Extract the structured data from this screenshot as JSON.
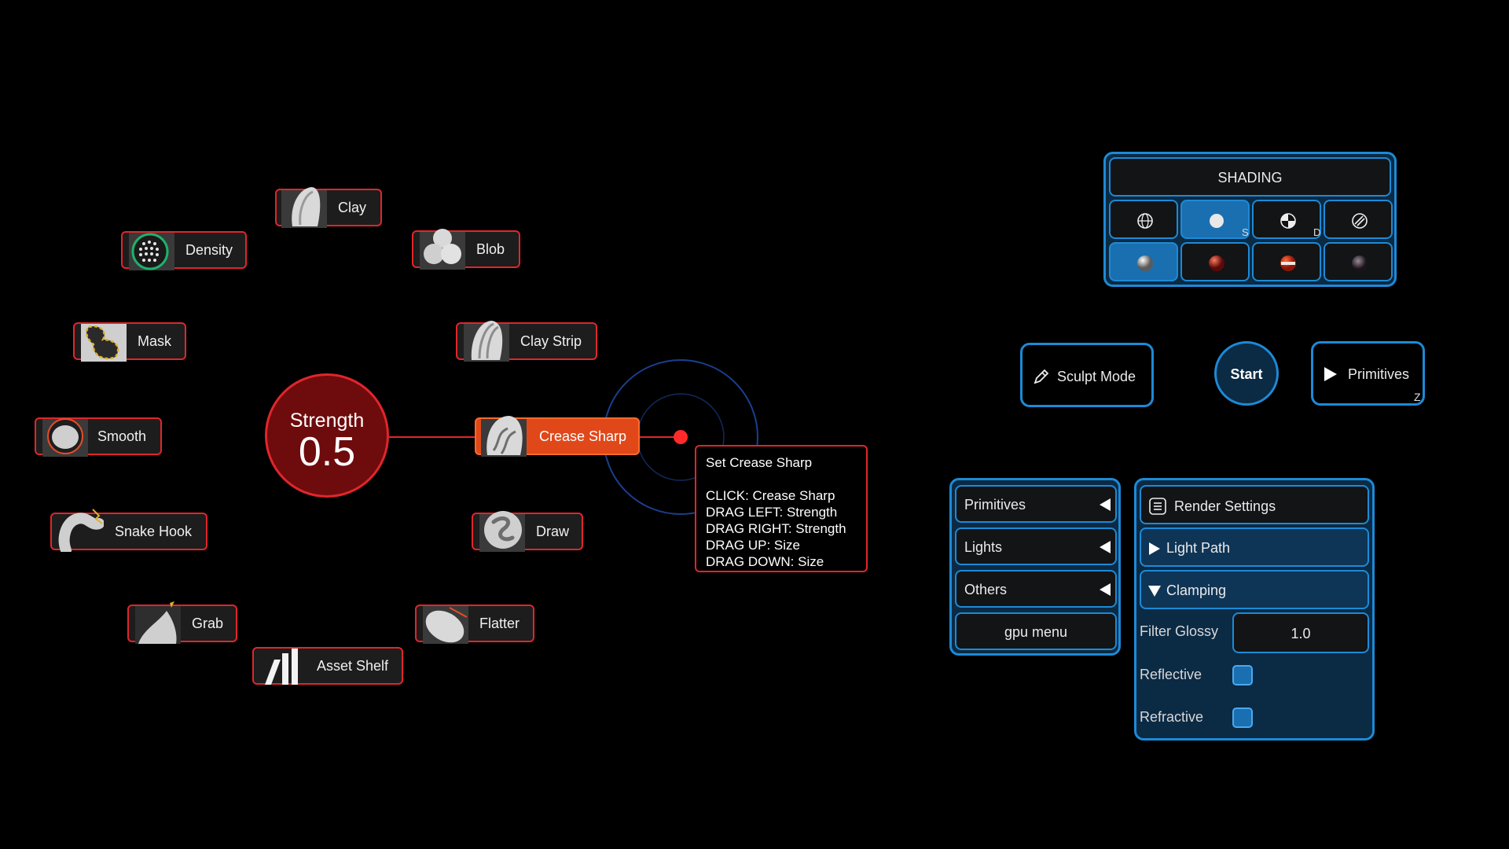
{
  "brushes": {
    "clay": "Clay",
    "density": "Density",
    "blob": "Blob",
    "mask": "Mask",
    "clay_strip": "Clay Strip",
    "smooth": "Smooth",
    "crease_sharp": "Crease Sharp",
    "snake_hook": "Snake Hook",
    "draw": "Draw",
    "grab": "Grab",
    "flatter": "Flatter",
    "asset_shelf": "Asset Shelf"
  },
  "strength": {
    "label": "Strength",
    "value": "0.5"
  },
  "tooltip": {
    "title": "Set Crease Sharp",
    "lines": [
      "CLICK: Crease Sharp",
      "DRAG LEFT: Strength",
      "DRAG RIGHT: Strength",
      "DRAG UP: Size",
      "DRAG DOWN: Size"
    ]
  },
  "shading": {
    "title": "SHADING",
    "solid_key": "S",
    "material_key": "D"
  },
  "mode": {
    "sculpt_mode": "Sculpt Mode",
    "start": "Start",
    "primitives": "Primitives",
    "primitives_key": "Z"
  },
  "menu": {
    "primitives": "Primitives",
    "lights": "Lights",
    "others": "Others",
    "gpu_menu": "gpu menu"
  },
  "render": {
    "title": "Render Settings",
    "light_path": "Light Path",
    "clamping": "Clamping",
    "filter_glossy_label": "Filter Glossy",
    "filter_glossy_value": "1.0",
    "reflective": "Reflective",
    "refractive": "Refractive"
  },
  "colors": {
    "brush_border": "#e0262b",
    "active_brush": "#e0481a",
    "panel_border": "#1d8ad6",
    "panel_bg": "#0b2a44",
    "selected": "#1a6fb0"
  }
}
